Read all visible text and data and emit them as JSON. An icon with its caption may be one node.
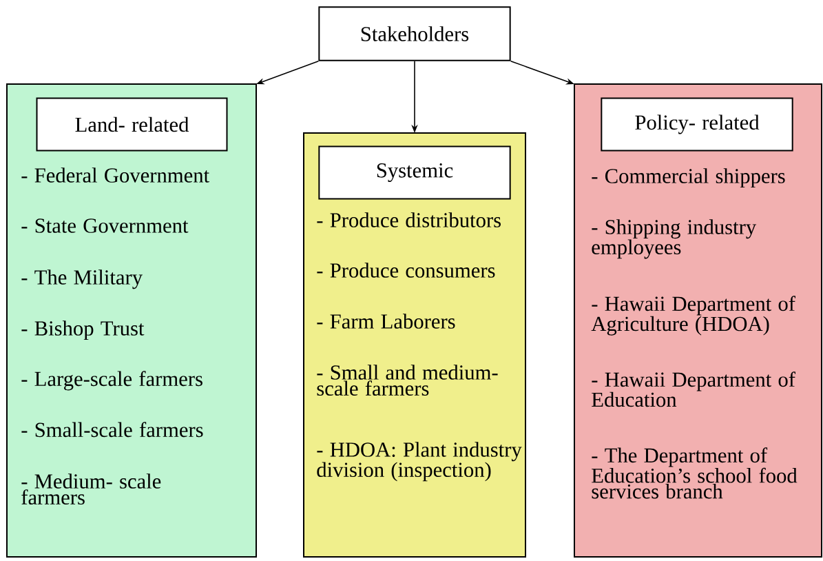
{
  "diagram": {
    "nodes": [
      {
        "text": [
          "Stakeholders"
        ]
      },
      {
        "text": [
          "- Federal Government",
          "- State Government",
          "- The Military",
          "- Bishop Trust",
          "- Large-scale farmers",
          "- Small-scale farmers",
          "- Medium- scale farmers"
        ]
      },
      {
        "text": [
          "Land- related"
        ],
        "in": 1
      },
      {
        "text": [
          "- Produce distributors",
          "- Produce consumers",
          "- Farm Laborers",
          "- Small and medium- scale farmers",
          "- HDOA: Plant industry division (inspection)"
        ]
      },
      {
        "text": [
          "Systemic"
        ],
        "in": 3
      },
      {
        "text": [
          "- Commercial shippers",
          "- Shipping industry employees",
          "- Hawaii Department of Agriculture (HDOA)",
          "- Hawaii Department of Education",
          "- The Department of Education’s school food services branch"
        ]
      },
      {
        "text": [
          "Policy- related"
        ],
        "in": 5
      }
    ],
    "edges": [
      {
        "from": 0,
        "to": 1,
        "arrow": "to"
      },
      {
        "from": 0,
        "to": 3,
        "arrow": "to"
      },
      {
        "from": 0,
        "to": 5,
        "arrow": "to"
      }
    ]
  }
}
